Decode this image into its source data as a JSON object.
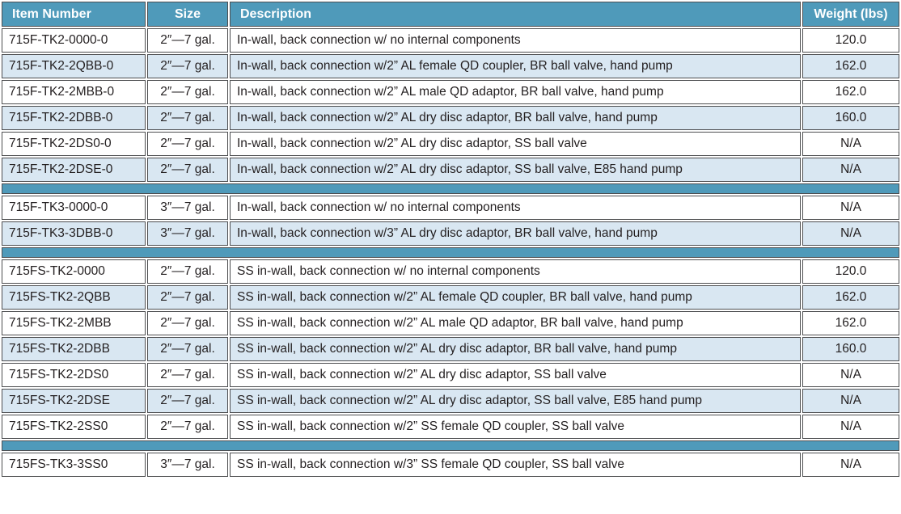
{
  "colors": {
    "header_bg": "#4f9aba",
    "separator_bg": "#4f9aba",
    "row_bg": "#ffffff",
    "row_alt_bg": "#d9e7f2",
    "border": "#4d4e50",
    "text": "#231f20",
    "header_text": "#ffffff"
  },
  "table": {
    "columns": [
      {
        "label": "Item Number",
        "align": "left"
      },
      {
        "label": "Size",
        "align": "center"
      },
      {
        "label": "Description",
        "align": "left"
      },
      {
        "label": "Weight (lbs)",
        "align": "center"
      }
    ],
    "groups": [
      {
        "rows": [
          {
            "item": "715F-TK2-0000-0",
            "size": "2″—7 gal.",
            "description": "In-wall, back connection w/ no internal components",
            "weight": "120.0"
          },
          {
            "item": "715F-TK2-2QBB-0",
            "size": "2″—7 gal.",
            "description": "In-wall, back connection w/2” AL female QD coupler, BR ball valve, hand pump",
            "weight": "162.0"
          },
          {
            "item": "715F-TK2-2MBB-0",
            "size": "2″—7 gal.",
            "description": "In-wall, back connection w/2” AL male QD adaptor, BR ball valve, hand pump",
            "weight": "162.0"
          },
          {
            "item": "715F-TK2-2DBB-0",
            "size": "2″—7 gal.",
            "description": "In-wall, back connection w/2” AL dry disc adaptor, BR ball valve, hand pump",
            "weight": "160.0"
          },
          {
            "item": "715F-TK2-2DS0-0",
            "size": "2″—7 gal.",
            "description": "In-wall, back connection w/2” AL dry disc adaptor, SS ball valve",
            "weight": "N/A"
          },
          {
            "item": "715F-TK2-2DSE-0",
            "size": "2″—7 gal.",
            "description": "In-wall, back connection w/2” AL dry disc adaptor, SS ball valve, E85 hand pump",
            "weight": "N/A"
          }
        ]
      },
      {
        "rows": [
          {
            "item": "715F-TK3-0000-0",
            "size": "3″—7 gal.",
            "description": "In-wall, back connection w/ no internal components",
            "weight": "N/A"
          },
          {
            "item": "715F-TK3-3DBB-0",
            "size": "3″—7 gal.",
            "description": "In-wall, back connection w/3” AL dry disc adaptor, BR ball valve, hand pump",
            "weight": "N/A"
          }
        ]
      },
      {
        "rows": [
          {
            "item": "715FS-TK2-0000",
            "size": "2″—7 gal.",
            "description": "SS in-wall, back connection w/ no internal components",
            "weight": "120.0"
          },
          {
            "item": "715FS-TK2-2QBB",
            "size": "2″—7 gal.",
            "description": "SS in-wall, back connection w/2” AL female QD coupler, BR ball valve, hand pump",
            "weight": "162.0"
          },
          {
            "item": "715FS-TK2-2MBB",
            "size": "2″—7 gal.",
            "description": "SS in-wall, back connection w/2” AL male QD adaptor, BR ball valve, hand pump",
            "weight": "162.0"
          },
          {
            "item": "715FS-TK2-2DBB",
            "size": "2″—7 gal.",
            "description": "SS in-wall, back connection w/2” AL dry disc adaptor, BR ball valve, hand pump",
            "weight": "160.0"
          },
          {
            "item": "715FS-TK2-2DS0",
            "size": "2″—7 gal.",
            "description": "SS in-wall, back connection w/2” AL dry disc adaptor, SS ball valve",
            "weight": "N/A"
          },
          {
            "item": "715FS-TK2-2DSE",
            "size": "2″—7 gal.",
            "description": "SS in-wall, back connection w/2” AL dry disc adaptor, SS ball valve, E85 hand pump",
            "weight": "N/A"
          },
          {
            "item": "715FS-TK2-2SS0",
            "size": "2″—7 gal.",
            "description": "SS in-wall, back connection w/2” SS female QD coupler, SS ball valve",
            "weight": "N/A"
          }
        ]
      },
      {
        "rows": [
          {
            "item": "715FS-TK3-3SS0",
            "size": "3″—7 gal.",
            "description": "SS in-wall, back connection w/3” SS female QD coupler, SS ball valve",
            "weight": "N/A"
          }
        ]
      }
    ]
  }
}
